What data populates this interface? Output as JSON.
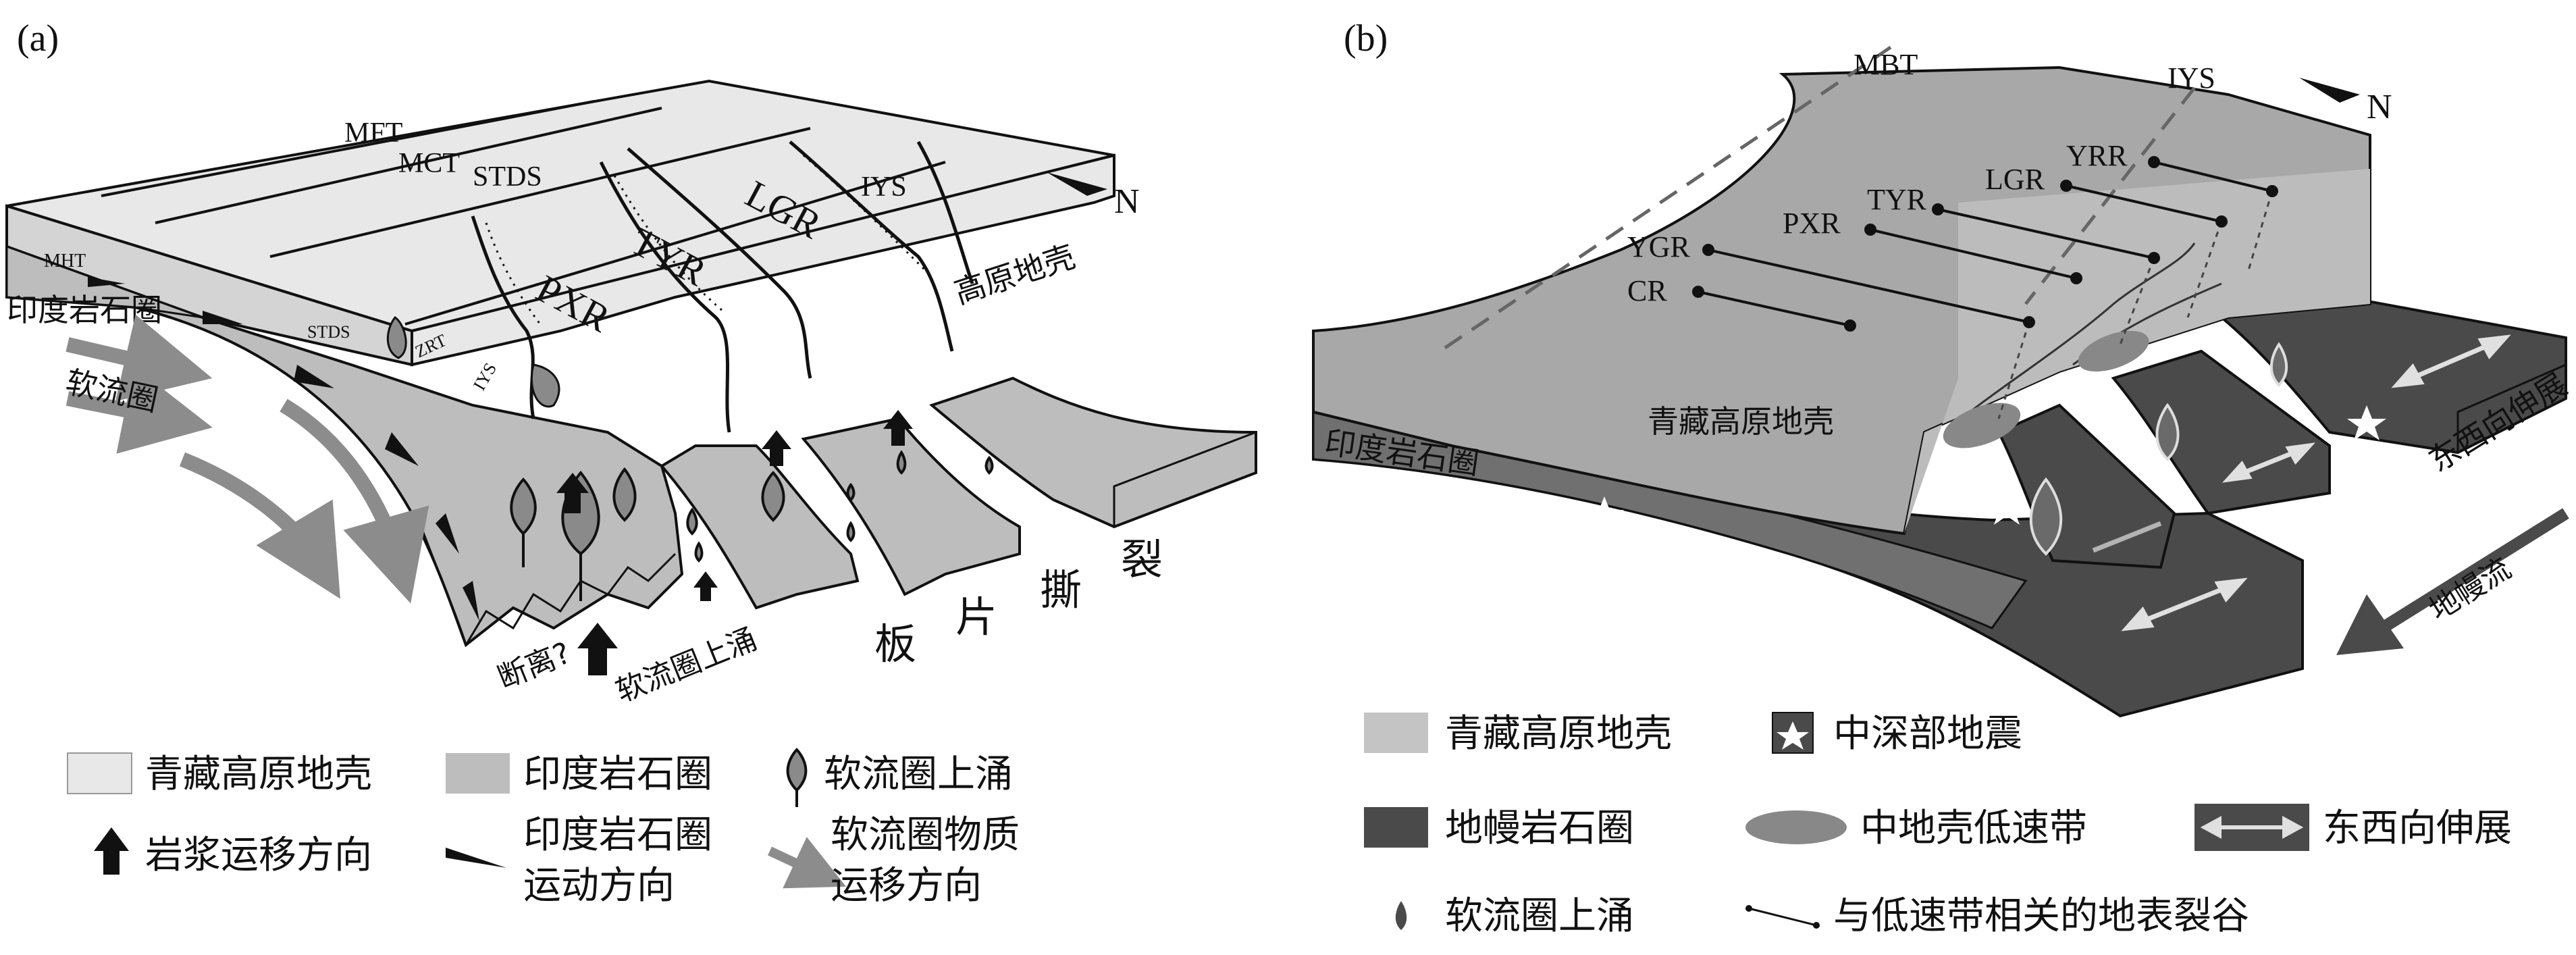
{
  "panel_a": {
    "tag": "(a)",
    "north_label": "N",
    "faults": {
      "mft": "MFT",
      "mct": "MCT",
      "stds": "STDS",
      "iys": "IYS",
      "mht": "MHT"
    },
    "rifts": {
      "pxr": "PXR",
      "tyr": "TYR",
      "lgr": "LGR"
    },
    "small_labels": {
      "stds": "STDS",
      "zrt": "ZRT",
      "iys": "IYS"
    },
    "crust_label": "高原地壳",
    "indian_lithosphere": "印度岩石圈",
    "asthenosphere": "软流圈",
    "detachment": "断离?",
    "upwelling": "软流圈上涌",
    "slab_tearing": [
      "板",
      "片",
      "撕",
      "裂"
    ],
    "legend": {
      "plateau_crust": "青藏高原地壳",
      "indian_lithosphere": "印度岩石圈",
      "upwelling": "软流圈上涌",
      "magma": "岩浆运移方向",
      "indian_motion_1": "印度岩石圈",
      "indian_motion_2": "运动方向",
      "astheno_flow_1": "软流圈物质",
      "astheno_flow_2": "运移方向"
    }
  },
  "panel_b": {
    "tag": "(b)",
    "north_label": "N",
    "faults": {
      "mbt": "MBT",
      "iys": "IYS"
    },
    "rifts": {
      "cr": "CR",
      "ygr": "YGR",
      "pxr": "PXR",
      "tyr": "TYR",
      "lgr": "LGR",
      "yrr": "YRR"
    },
    "crust_label": "青藏高原地壳",
    "indian_lithosphere": "印度岩石圈",
    "ew_extension": "东西向伸展",
    "mantle_flow": "地幔流",
    "legend": {
      "plateau_crust": "青藏高原地壳",
      "earthquake": "中深部地震",
      "mantle_lithosphere": "地幔岩石圈",
      "low_velocity": "中地壳低速带",
      "ew_extension": "东西向伸展",
      "upwelling": "软流圈上涌",
      "rift": "与低速带相关的地表裂谷"
    }
  },
  "colors": {
    "crust_top": "#e8e8e8",
    "crust_side": "#d4d4d4",
    "indian_litho": "#bdbdbd",
    "mantle_litho": "#4a4a4a",
    "upwelling": "#8a8a8a",
    "arrow_gray": "#8c8c8c",
    "outline": "#111111"
  }
}
